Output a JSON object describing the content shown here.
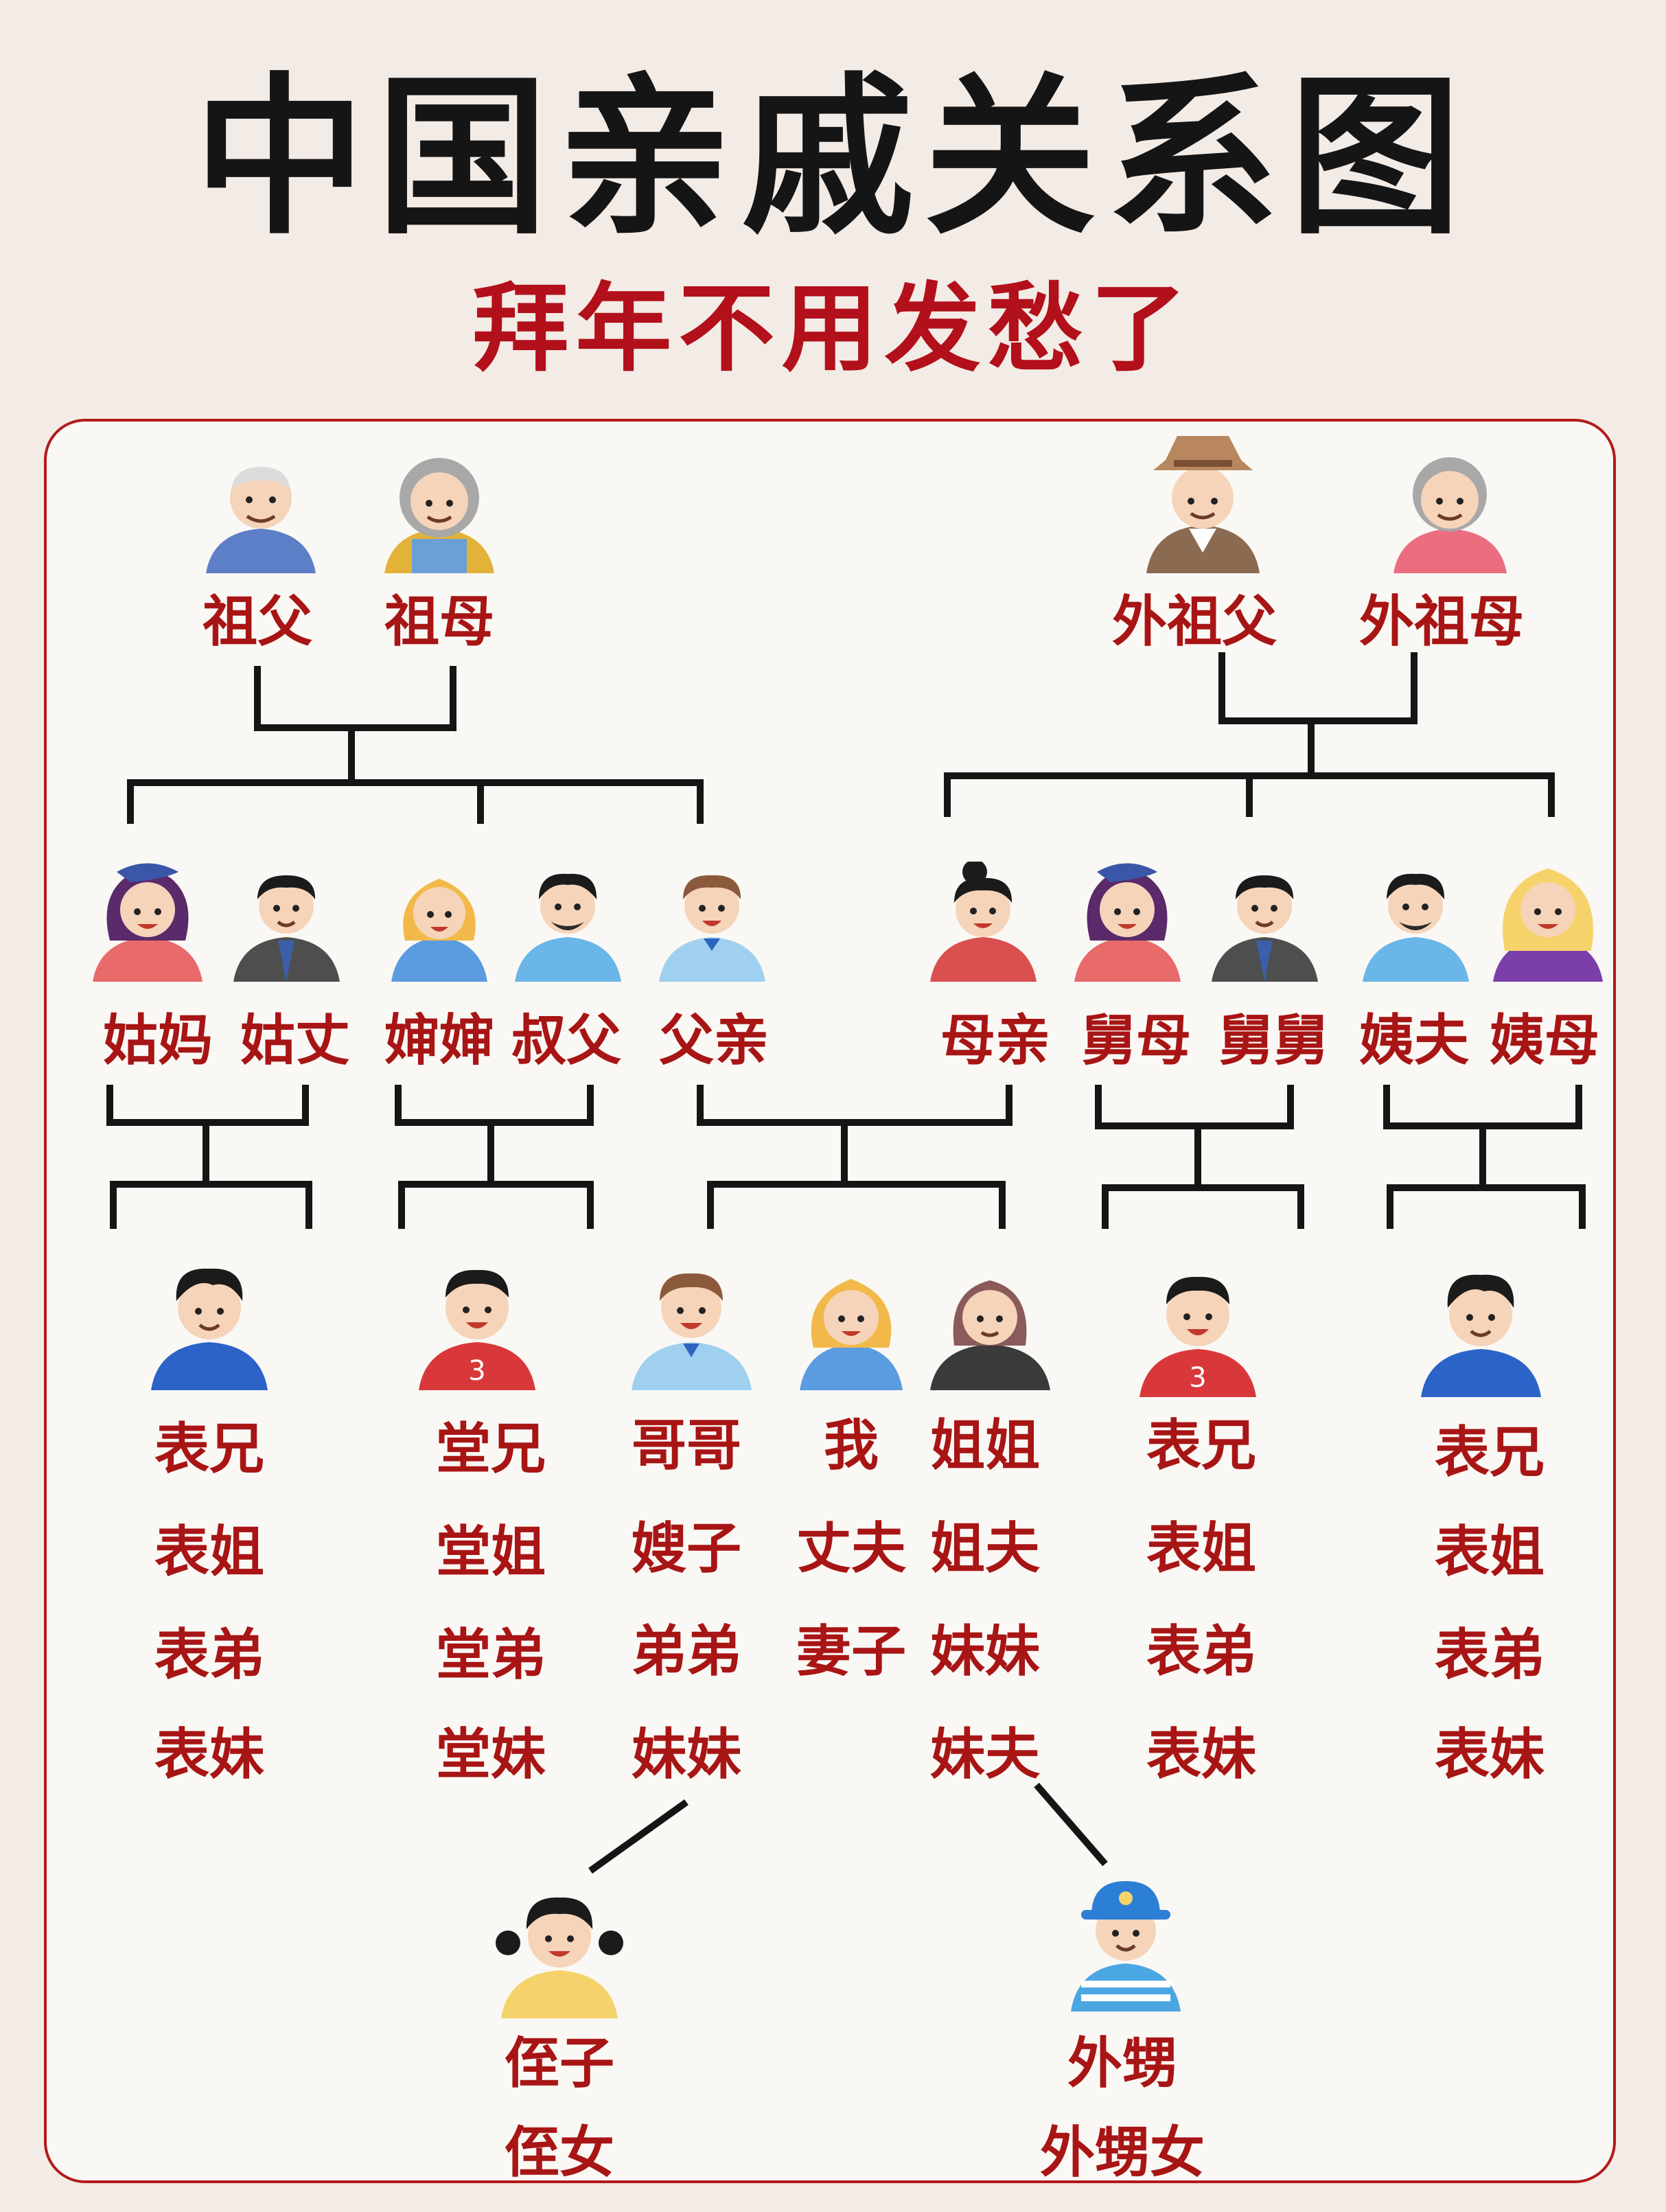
{
  "title": "中国亲戚关系图",
  "subtitle": "拜年不用发愁了",
  "labels": {
    "grandfather": "祖父",
    "grandmother": "祖母",
    "maternal_grandfather": "外祖父",
    "maternal_grandmother": "外祖母",
    "paternal_aunt": "姑妈",
    "paternal_aunt_husband": "姑丈",
    "uncle_wife": "婶婶",
    "paternal_uncle": "叔父",
    "father": "父亲",
    "mother": "母亲",
    "maternal_uncle_wife": "舅母",
    "maternal_uncle": "舅舅",
    "maternal_aunt_husband": "姨夫",
    "maternal_aunt": "姨母",
    "me": "我",
    "col1": [
      "表兄",
      "表姐",
      "表弟",
      "表妹"
    ],
    "col2": [
      "堂兄",
      "堂姐",
      "堂弟",
      "堂妹"
    ],
    "col3": [
      "哥哥",
      "嫂子",
      "弟弟",
      "妹妹"
    ],
    "col4": [
      "丈夫",
      "妻子"
    ],
    "col5": [
      "姐姐",
      "姐夫",
      "妹妹",
      "妹夫"
    ],
    "col6": [
      "表兄",
      "表姐",
      "表弟",
      "表妹"
    ],
    "col7": [
      "表兄",
      "表姐",
      "表弟",
      "表妹"
    ],
    "nephew": "侄子",
    "niece": "侄女",
    "sister_son": "外甥",
    "sister_daughter": "外甥女"
  }
}
